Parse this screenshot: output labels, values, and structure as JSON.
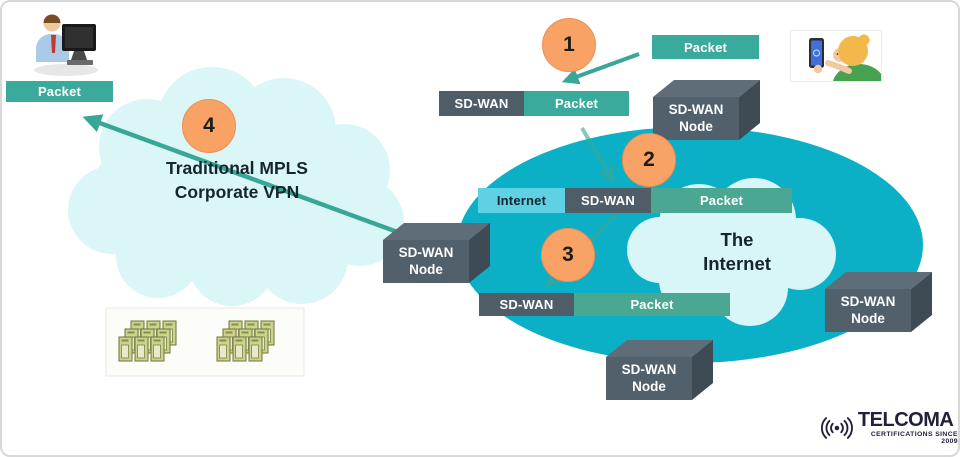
{
  "colors": {
    "teal_accent": "#3aaa9c",
    "teal_muted": "#49a792",
    "slate_dark": "#4f5d68",
    "light_blue": "#5ed2e4",
    "internet_ellipse": "#0cb0c6",
    "cloud_light": "#daf6f7",
    "step_orange": "#f9a266",
    "text_dark": "#15242d",
    "logo_navy": "#21213a"
  },
  "labels": {
    "packet_left": "Packet",
    "packet_top": "Packet",
    "mpls_cloud": {
      "line1": "Traditional MPLS",
      "line2": "Corporate VPN"
    },
    "internet_cloud": {
      "line1": "The",
      "line2": "Internet"
    }
  },
  "steps": {
    "one": "1",
    "two": "2",
    "three": "3",
    "four": "4"
  },
  "node_label": {
    "line1": "SD-WAN",
    "line2": "Node"
  },
  "bars": {
    "bar1": {
      "segments": [
        {
          "label": "SD-WAN"
        },
        {
          "label": "Packet"
        }
      ]
    },
    "bar2": {
      "segments": [
        {
          "label": "Internet"
        },
        {
          "label": "SD-WAN"
        },
        {
          "label": "Packet"
        }
      ]
    },
    "bar3": {
      "segments": [
        {
          "label": "SD-WAN"
        },
        {
          "label": "Packet"
        }
      ]
    }
  },
  "logo": {
    "brand": "TELCOMA",
    "tagline": "CERTIFICATIONS SINCE 2009"
  }
}
